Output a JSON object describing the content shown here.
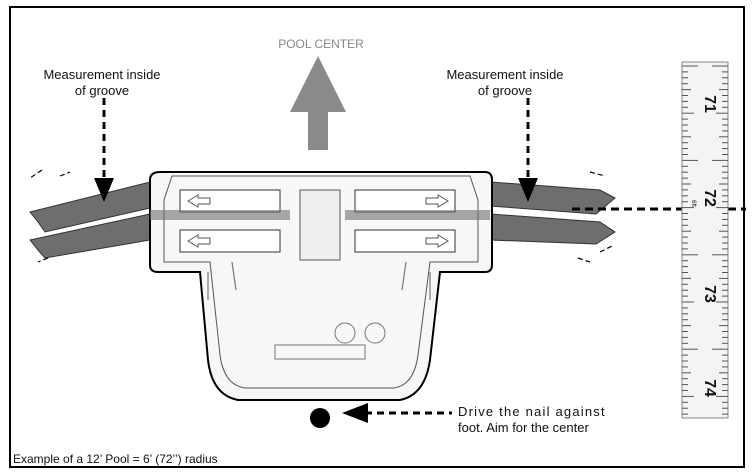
{
  "pool_center_label": "POOL CENTER",
  "left_note": {
    "line1": "Measurement inside",
    "line2": "of groove"
  },
  "right_note": {
    "line1": "Measurement inside",
    "line2": "of groove"
  },
  "nail_note": {
    "line1": "Drive the nail against",
    "line2": "foot. Aim for the center"
  },
  "caption": "Example of a 12’ Pool = 6’ (72’’) radius",
  "tape": {
    "numbers": [
      "71",
      "72",
      "73",
      "74"
    ],
    "unit_mark": "6ft"
  },
  "colors": {
    "track_fill": "#6e6e6e",
    "arrow_fill": "#8a8a8a",
    "line": "#000000",
    "tape_fill": "#f4f4f4"
  }
}
